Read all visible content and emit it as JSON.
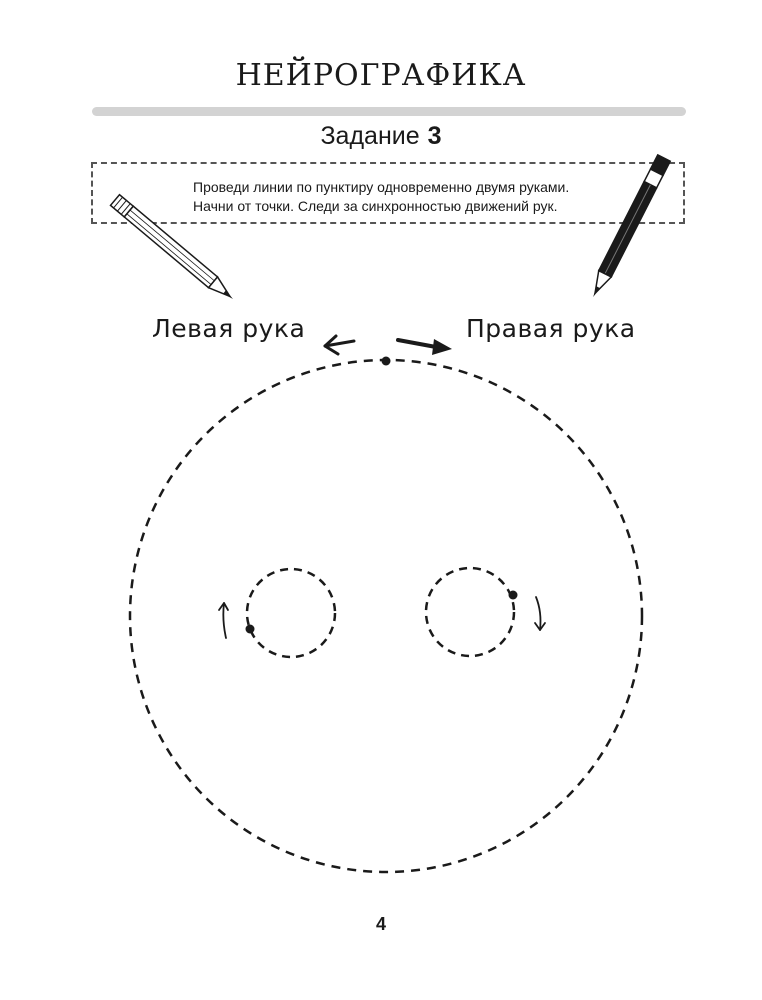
{
  "header": {
    "title": "НЕЙРОГРАФИКА"
  },
  "task": {
    "label": "Задание",
    "number": "3"
  },
  "instructions": {
    "line1": "Проведи линии по пунктиру одновременно двумя руками.",
    "line2": "Начни от точки. Следи за синхронностью движений рук."
  },
  "labels": {
    "left_hand": "Левая рука",
    "right_hand": "Правая рука"
  },
  "footer": {
    "page_number": "4"
  },
  "icons": {
    "left_pencil": "pencil-icon",
    "right_pencil": "pencil-icon"
  },
  "colors": {
    "ink": "#1a1a1a",
    "rule": "#d3d3d3"
  }
}
